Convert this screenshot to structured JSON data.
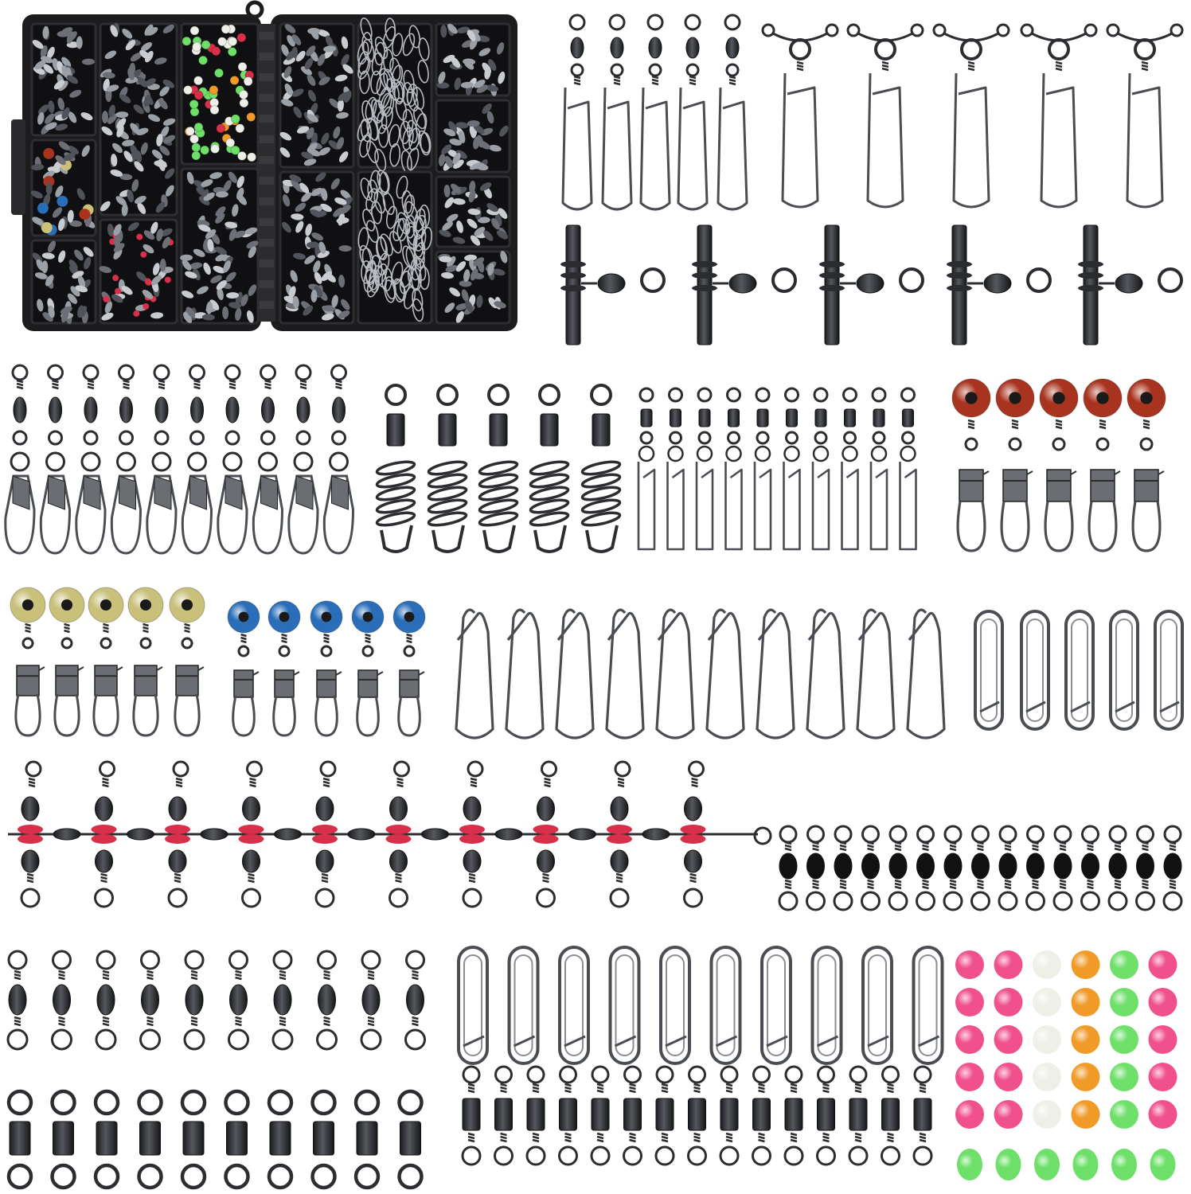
{
  "scene": {
    "kind": "product-photo",
    "background": "#ffffff",
    "colors": {
      "metal": "#2b2d30",
      "steel": "#4a4d52",
      "bead_red": "#d8304a",
      "bead_orange_red": "#a8331f",
      "bead_yellow": "#c9c07a",
      "bead_blue": "#2a6db8",
      "glow_pink": "#f0508c",
      "glow_white": "#eef0e8",
      "glow_orange": "#f09a28",
      "glow_green": "#6ee06a"
    }
  },
  "tackle_box": {
    "color": "#1c1c1e",
    "compartments": 14
  },
  "groups": [
    {
      "name": "snap-swivel-small",
      "count": 5
    },
    {
      "name": "three-way-snap-swivel",
      "count": 5
    },
    {
      "name": "t-turn-swivel",
      "count": 5
    },
    {
      "name": "interlock-snap-swivel",
      "count": 10
    },
    {
      "name": "spiral-corkscrew-swivel",
      "count": 5
    },
    {
      "name": "crosslock-snap-swivel-mini",
      "count": 10
    },
    {
      "name": "sinker-slide-red",
      "count": 5
    },
    {
      "name": "sinker-slide-yellow",
      "count": 5
    },
    {
      "name": "sinker-slide-blue",
      "count": 5
    },
    {
      "name": "duolock-snap",
      "count": 10
    },
    {
      "name": "fast-clip-large",
      "count": 5
    },
    {
      "name": "three-way-cross-line-swivel",
      "count": 10
    },
    {
      "name": "barrel-swivel-black",
      "count": 15
    },
    {
      "name": "barrel-swivel-medium",
      "count": 10
    },
    {
      "name": "fast-clip",
      "count": 10
    },
    {
      "name": "glow-bead-grid",
      "count": 36
    },
    {
      "name": "rolling-swivel-large",
      "count": 10
    },
    {
      "name": "rolling-swivel-small",
      "count": 15
    }
  ]
}
